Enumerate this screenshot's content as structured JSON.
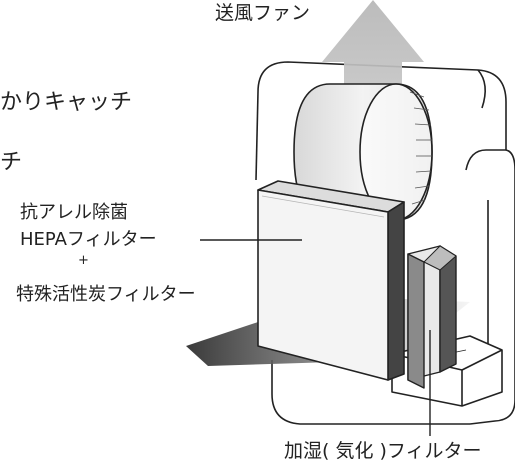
{
  "labels": {
    "fan": "送風ファン",
    "catch_line1": "かりキャッチ",
    "catch_line2": "チ",
    "hepa_line1": "抗アレル除菌",
    "hepa_line2": "HEPAフィルター",
    "plus": "+",
    "carbon": "特殊活性炭フィルター",
    "humidify": "加湿( 気化 )フィルター"
  },
  "colors": {
    "outline": "#222222",
    "arrow_up": "#c9c9c9",
    "arrow_in": "#4a4a4a",
    "filter_front": "#f2f2f2",
    "filter_edge": "#444444",
    "humid_filter": "#555555"
  }
}
